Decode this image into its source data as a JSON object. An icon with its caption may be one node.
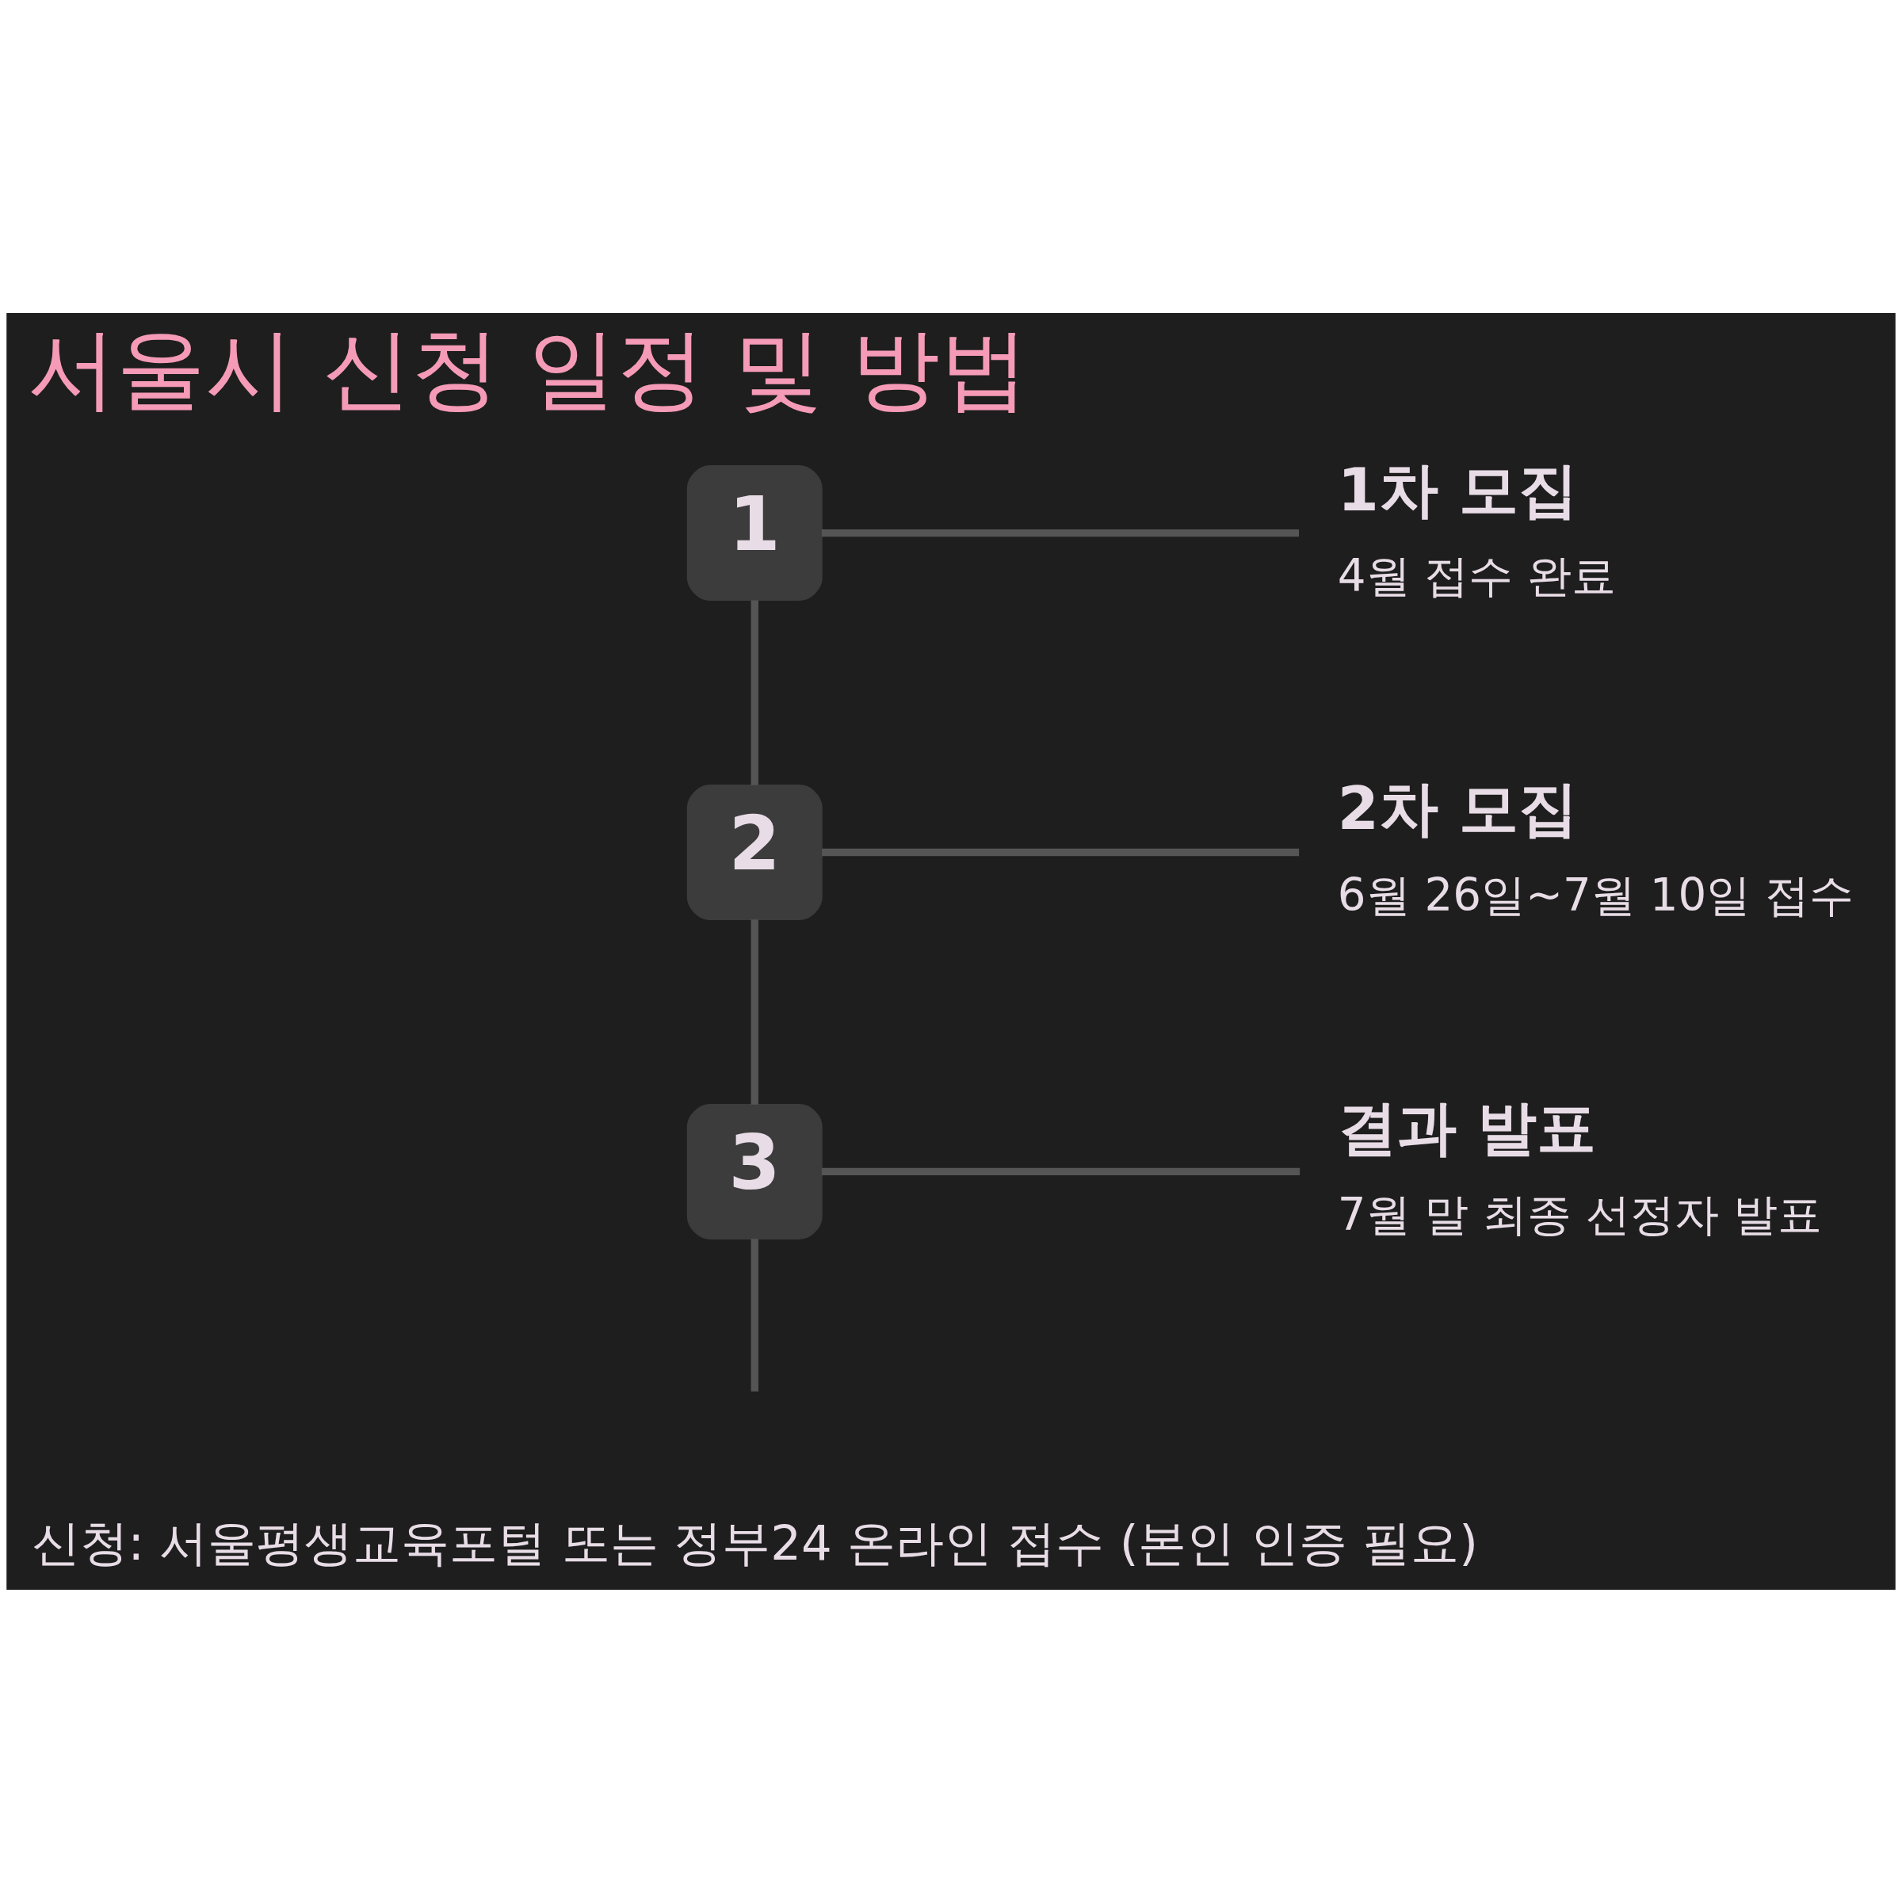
{
  "diagram": {
    "title": "서울시 신청 일정 및 방법",
    "nodes": [
      {
        "text": [
          "1"
        ]
      },
      {
        "text": [
          "1차 모집",
          "4월 접수 완료"
        ]
      },
      {
        "text": [
          "2"
        ]
      },
      {
        "text": [
          "2차 모집",
          "6월 26일~7월 10일 접수"
        ]
      },
      {
        "text": [
          "3"
        ]
      },
      {
        "text": [
          "결과 발표",
          "7월 말 최종 선정자 발표"
        ]
      }
    ],
    "edges": [
      {
        "from": 0,
        "to": 1,
        "arrow": "none"
      },
      {
        "from": 0,
        "to": 2,
        "arrow": "none"
      },
      {
        "from": 2,
        "to": 3,
        "arrow": "none"
      },
      {
        "from": 2,
        "to": 4,
        "arrow": "none"
      },
      {
        "from": 4,
        "to": 5,
        "arrow": "none"
      },
      {
        "from": 4,
        "to": null,
        "arrow": "none"
      }
    ],
    "labels": [
      "신청: 서울평생교육포털 또는 정부24 온라인 접수 (본인 인증 필요)"
    ]
  }
}
